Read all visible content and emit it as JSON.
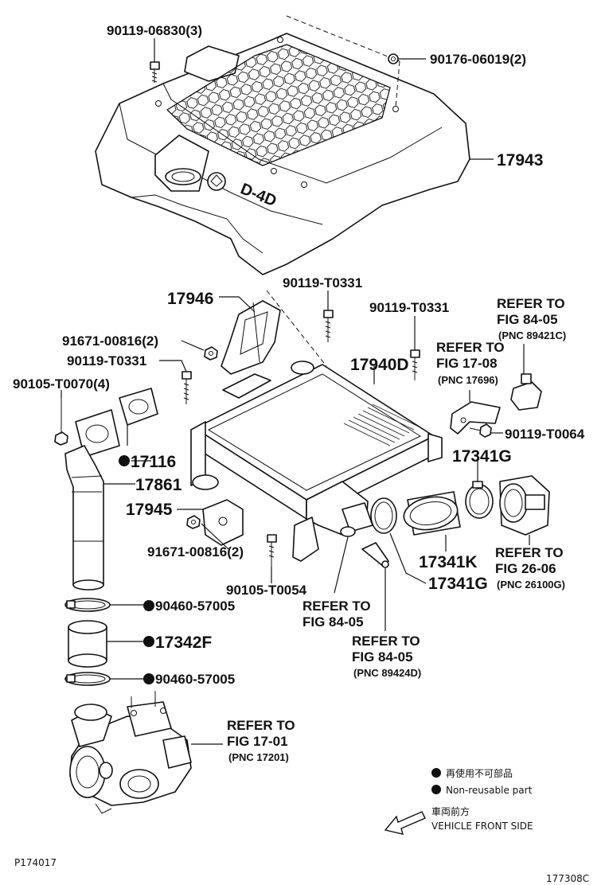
{
  "diagram": {
    "top_cover_part": "17943",
    "cover_bolt_part": "90119-06830(3)",
    "cover_grommet_part": "90176-06019(2)",
    "cover_emblem_text": "D-4D",
    "bracket_part": "17946",
    "bracket_bolt_part": "90119-T0331",
    "bracket_nut_part": "91671-00816(2)",
    "left_bolt_part": "90119-T0331",
    "intercooler_part": "17940D",
    "right_bolt_part": "90119-T0331",
    "refer_17_08": {
      "line1": "REFER TO",
      "line2": "FIG 17-08",
      "pnc": "(PNC 17696)"
    },
    "refer_84_05_top": {
      "line1": "REFER TO",
      "line2": "FIG 84-05",
      "pnc": "(PNC 89421C)"
    },
    "sensor_bolt_part": "90119-T0064",
    "stud_bolt_part": "90105-T0070(4)",
    "gasket_part": "17116",
    "intake_pipe_part": "17861",
    "support_part": "17945",
    "support_nut_part": "91671-00816(2)",
    "lower_bolt_part": "90105-T0054",
    "clamp_upper_right_part": "17341G",
    "hose_part": "17341K",
    "clamp_lower_part": "17341G",
    "refer_26_06": {
      "line1": "REFER TO",
      "line2": "FIG 26-06",
      "pnc": "(PNC 26100G)"
    },
    "refer_84_05_mid": {
      "line1": "REFER TO",
      "line2": "FIG 84-05"
    },
    "refer_84_05_low": {
      "line1": "REFER TO",
      "line2": "FIG 84-05",
      "pnc": "(PNC 89424D)"
    },
    "clamp_upper_part": "90460-57005",
    "hose_short_part": "17342F",
    "clamp_lower2_part": "90460-57005",
    "refer_17_01": {
      "line1": "REFER TO",
      "line2": "FIG 17-01",
      "pnc": "(PNC 17201)"
    }
  },
  "legend": {
    "non_reusable_jp": "再使用不可部品",
    "non_reusable_en": "Non-reusable part",
    "front_jp": "車両前方",
    "front_en": "VEHICLE FRONT SIDE"
  },
  "footer": {
    "page_code": "P174017",
    "figure_code": "177308C"
  }
}
